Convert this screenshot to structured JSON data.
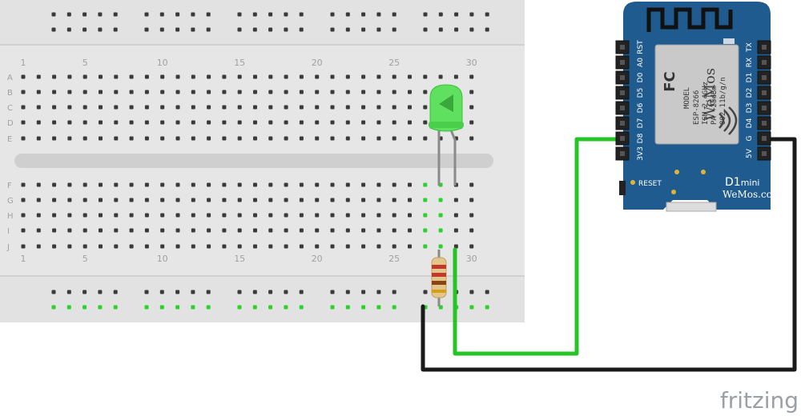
{
  "breadboard": {
    "row_letters": [
      "A",
      "B",
      "C",
      "D",
      "E",
      "F",
      "G",
      "H",
      "I",
      "J"
    ],
    "column_numbers": [
      "1",
      "5",
      "10",
      "15",
      "20",
      "25",
      "30"
    ],
    "columns": 30
  },
  "board": {
    "model_text": "MODEL",
    "chip_text": "ESP-8266",
    "ism_text": "ISM 2.4GHz",
    "pa_text": "PA +25dBm",
    "wifi_text": "802.11b/g/n",
    "fc_text": "FC",
    "logo_text": "WeMos",
    "name": "D1",
    "name_suffix": "mini",
    "url": "WeMos.cc",
    "reset_label": "RESET",
    "left_pins": [
      "RST",
      "A0",
      "D0",
      "D5",
      "D6",
      "D7",
      "D8",
      "3V3"
    ],
    "right_pins": [
      "TX",
      "RX",
      "D1",
      "D2",
      "D3",
      "D4",
      "G",
      "5V"
    ]
  },
  "colors": {
    "board_blue": "#1f5b8e",
    "wire_green": "#27c427",
    "wire_black": "#1a1a1a",
    "led_green": "#5fe05f",
    "breadboard": "#e6e6e6",
    "hole_active": "#2bd22b"
  },
  "watermark": "fritzing"
}
